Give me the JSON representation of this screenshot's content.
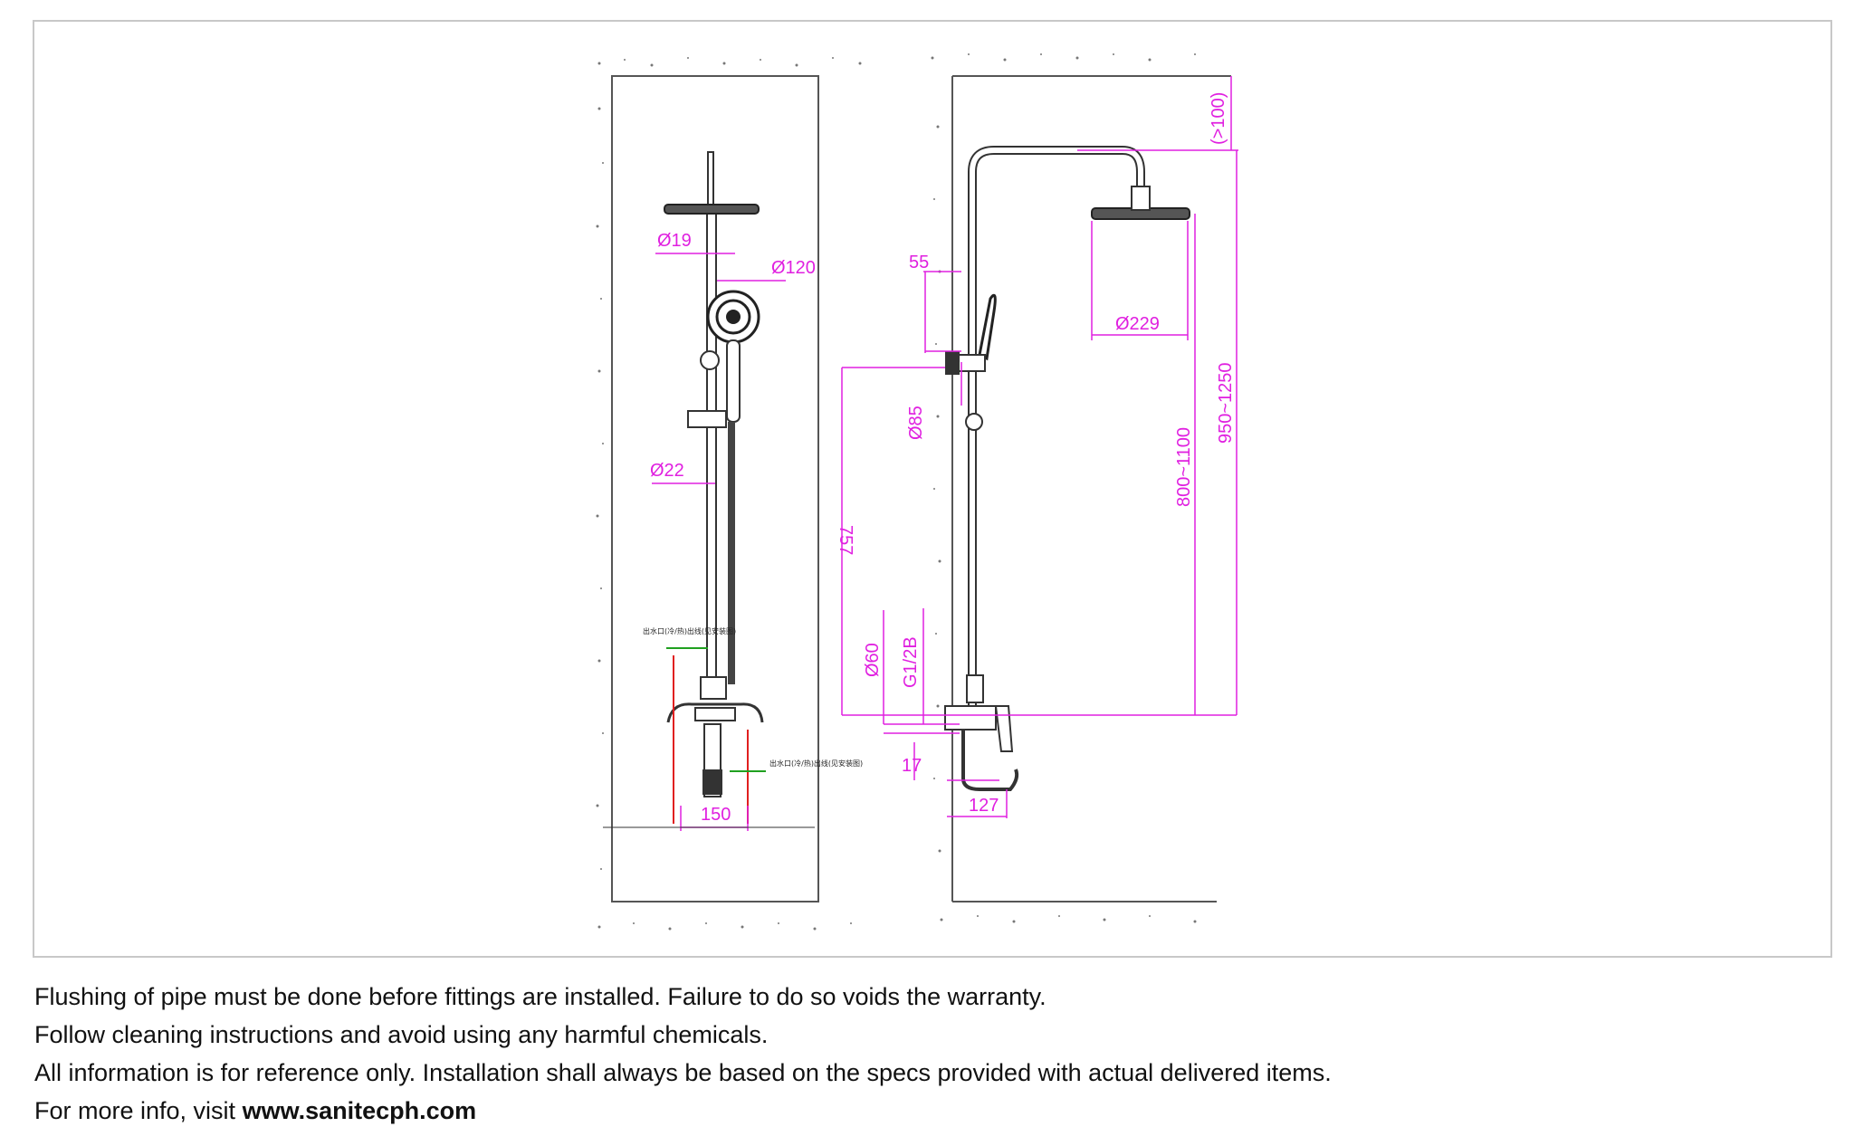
{
  "drawing": {
    "front_view": {
      "dim_shower_arm": "Ø19",
      "dim_hand_shower": "Ø120",
      "dim_riser": "Ø22",
      "dim_inlet_spacing": "150",
      "note_left": "出水口(冷/热)出线(见安装图)",
      "note_right": "出水口(冷/热)出线(见安装图)"
    },
    "side_view": {
      "dim_top_clearance": "(>100)",
      "dim_bracket": "55",
      "dim_head": "Ø229",
      "dim_holder": "Ø85",
      "dim_mixer_to_bracket": "757",
      "dim_riser_length": "800~1100",
      "dim_total_height": "950~1250",
      "dim_escutcheon": "Ø60",
      "dim_thread": "G1/2B",
      "dim_wall_offset": "17",
      "dim_spout_reach": "127"
    },
    "colors": {
      "dimension": "#e020e0",
      "outline": "#333333",
      "accent_red": "#e02020",
      "accent_green": "#20a020"
    }
  },
  "notes": {
    "line1": "Flushing of pipe must be done before fittings are installed. Failure to do so voids the warranty.",
    "line2": "Follow cleaning instructions and avoid using any harmful chemicals.",
    "line3": "All information is for reference only. Installation shall always be based on the specs provided with actual delivered items.",
    "line4_prefix": "For more info, visit ",
    "line4_link": "www.sanitecph.com"
  }
}
